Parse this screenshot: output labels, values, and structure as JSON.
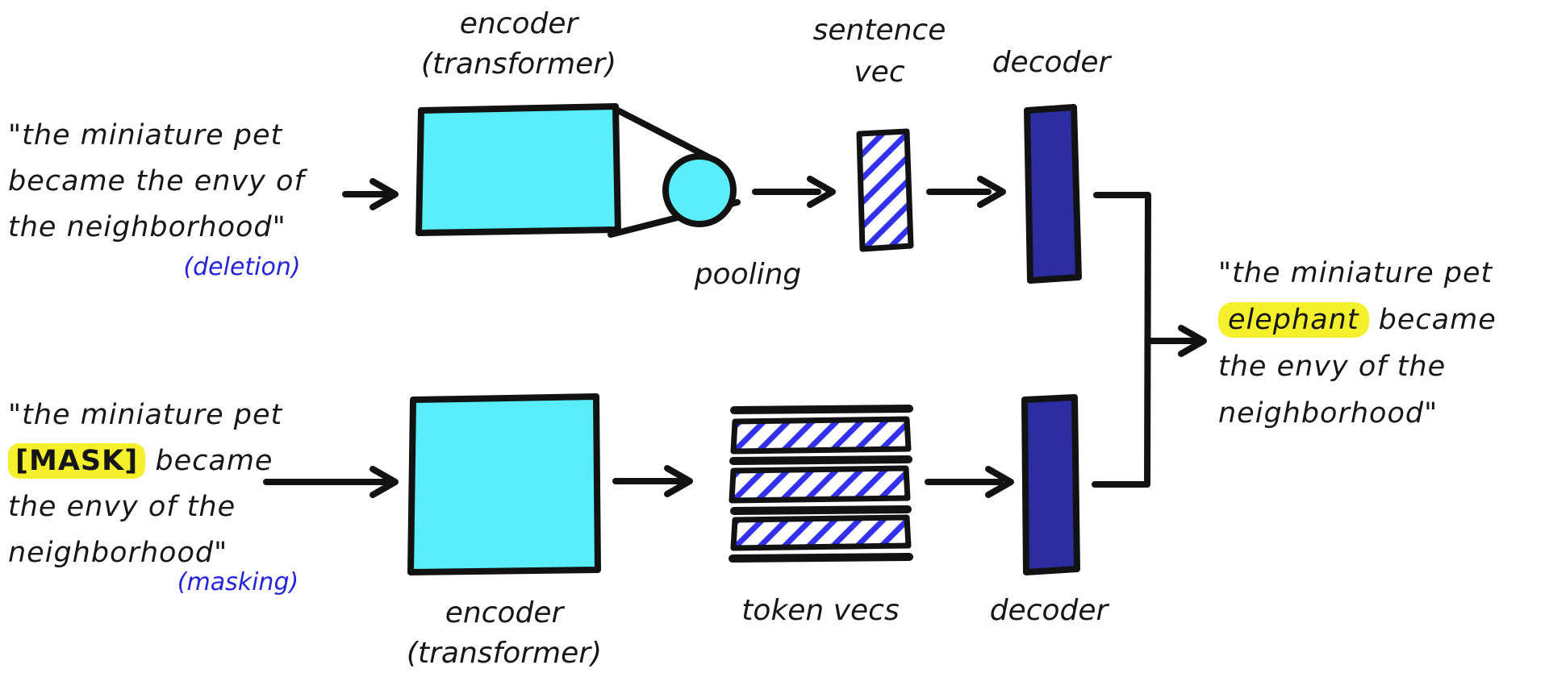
{
  "colors": {
    "encoder_cyan": "#58EDF8",
    "decoder_blue": "#2B2DA0",
    "hatch_blue": "#3232EE",
    "annotation_blue": "#2424DE",
    "highlight_yellow": "#F4F02B",
    "ink": "#121212"
  },
  "top_branch": {
    "input_line1": "\"the miniature pet",
    "input_line2": "became the envy of",
    "input_line3": "the neighborhood\"",
    "tag": "(deletion)",
    "encoder_label_line1": "encoder",
    "encoder_label_line2": "(transformer)",
    "pooling_label": "pooling",
    "vec_label_line1": "sentence",
    "vec_label_line2": "vec",
    "decoder_label": "decoder"
  },
  "bottom_branch": {
    "input_line1": "\"the miniature pet",
    "mask_token": "[MASK]",
    "input_line2_rest": " became",
    "input_line3": "the envy of the",
    "input_line4": "neighborhood\"",
    "tag": "(masking)",
    "encoder_label_line1": "encoder",
    "encoder_label_line2": "(transformer)",
    "vec_label": "token vecs",
    "decoder_label": "decoder"
  },
  "output": {
    "line1": "\"the miniature pet",
    "highlight_word": "elephant",
    "line2_rest": " became",
    "line3": "the envy of the",
    "line4": "neighborhood\""
  }
}
